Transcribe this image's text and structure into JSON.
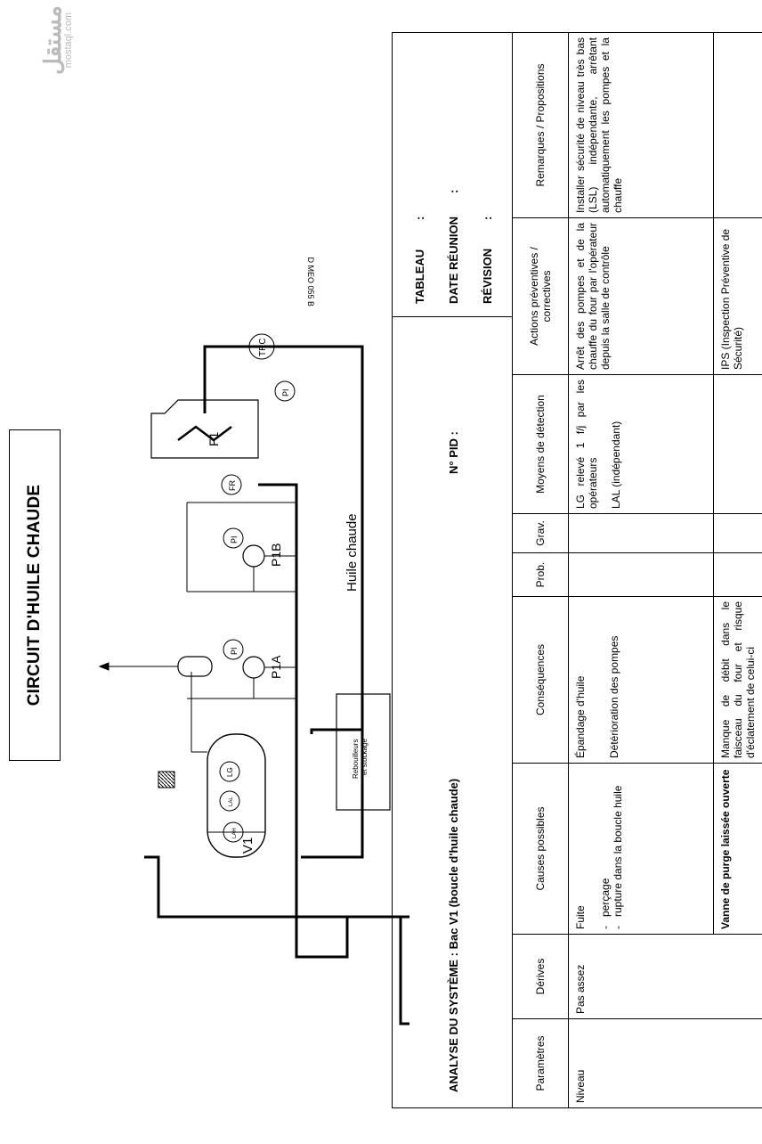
{
  "title": "CIRCUIT D'HUILE CHAUDE",
  "drawing_ref": "D MEO 055 B",
  "diagram_labels": {
    "tank": "V1",
    "lah": "LAH",
    "lal": "LAL",
    "lg": "LG",
    "pump_a": "P1A",
    "pump_b": "P1B",
    "pi": "PI",
    "fr": "FR",
    "trc": "TRC",
    "furnace": "F1",
    "storage_line1": "Rebouilleurs",
    "storage_line2": "et stockage",
    "hot_oil": "Huile chaude"
  },
  "info": {
    "system": "ANALYSE DU SYSTÈME : Bac V1 (boucle d'huile chaude)",
    "pid": "N° PID :",
    "tableau": "TABLEAU",
    "date": "DATE RÉUNION",
    "revision": "RÉVISION",
    "colon": ":"
  },
  "table": {
    "headers": {
      "param": "Paramètres",
      "derive": "Dérives",
      "causes": "Causes possibles",
      "consequences": "Conséquences",
      "prob": "Prob.",
      "grav": "Grav.",
      "detection": "Moyens de détection",
      "actions": "Actions préventives / correctives",
      "remarks": "Remarques / Propositions"
    },
    "row1": {
      "param": "Niveau",
      "derive": "Pas assez",
      "cause_main": "Fuite",
      "cause_dash": "-",
      "cause_b1": "perçage",
      "cause_b2": "rupture dans la boucle huile",
      "cons1": "Épandage d'huile",
      "cons2": "Détérioration des pompes",
      "det1": "LG relevé 1 f/j par les opérateurs",
      "det2": "LAL (indépendant)",
      "act1": "Arrêt des pompes et de la chauffe du four par l'opérateur depuis la salle de contrôle",
      "rem1": "Installer sécurité de niveau très bas (LSL) indépendante, arrêtant automatiquement les pompes et la chauffe"
    },
    "row2": {
      "cause": "Vanne de purge laissée ouverte",
      "cons": "Manque de débit dans le faisceau du four et risque d'éclatement de celui-ci",
      "act": "IPS (Inspection Préventive de Sécurité)"
    }
  },
  "watermark": {
    "arabic": "مستقل",
    "latin": "mostaql.com"
  }
}
